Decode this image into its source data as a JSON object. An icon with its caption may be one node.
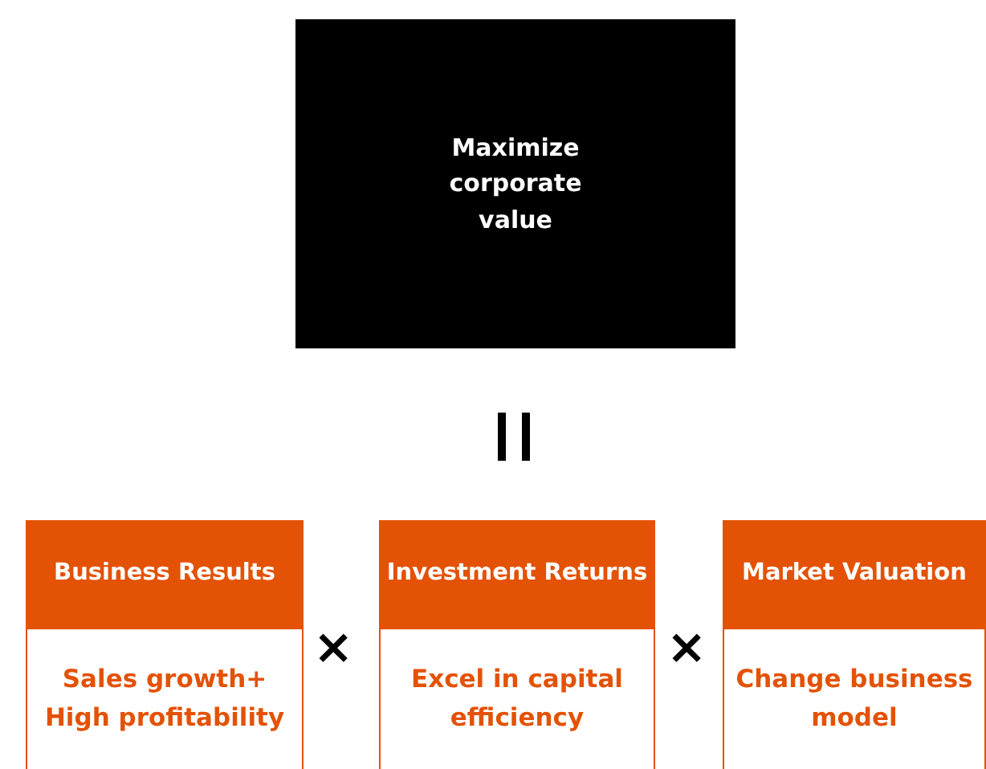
{
  "diagram": {
    "nodes": [
      {
        "text": [
          "Maximize corporate value"
        ]
      },
      {
        "text": [
          "Business Results",
          "Sales growth+ High profitability"
        ]
      },
      {
        "text": [
          "Investment Returns",
          "Excel in capital efficiency"
        ]
      },
      {
        "text": [
          "Market Valuation",
          "Change business model"
        ]
      }
    ],
    "labels": [
      "×",
      "×"
    ]
  }
}
